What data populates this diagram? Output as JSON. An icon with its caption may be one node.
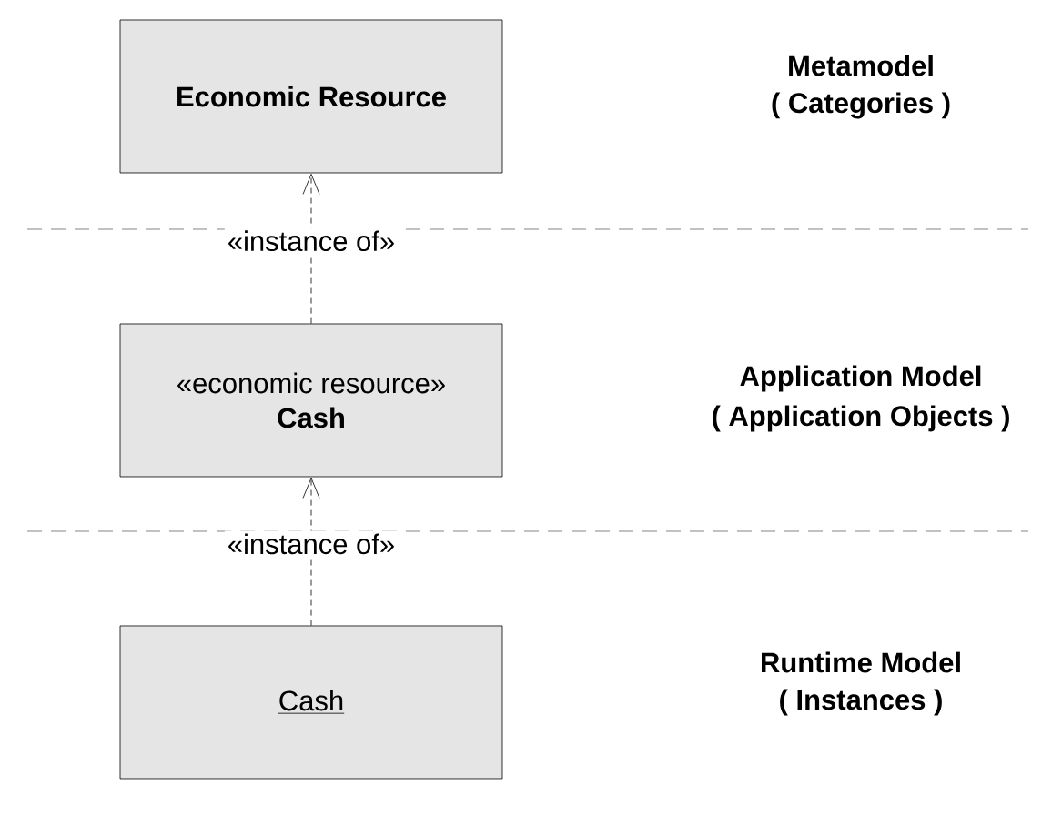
{
  "diagram": {
    "nodes": [
      {
        "text": [
          "Economic Resource"
        ]
      },
      {
        "text": [
          "«economic resource»",
          "Cash"
        ]
      },
      {
        "text": [
          "Cash"
        ]
      }
    ],
    "edges": [
      {
        "from": 1,
        "to": 0,
        "arrow": "to",
        "style": "dashed",
        "label": "«instance of»"
      },
      {
        "from": 2,
        "to": 1,
        "arrow": "to",
        "style": "dashed",
        "label": "«instance of»"
      }
    ],
    "labels": [
      "Metamodel",
      "( Categories )",
      "Application Model",
      "( Application Objects )",
      "Runtime Model",
      "( Instances )"
    ]
  }
}
